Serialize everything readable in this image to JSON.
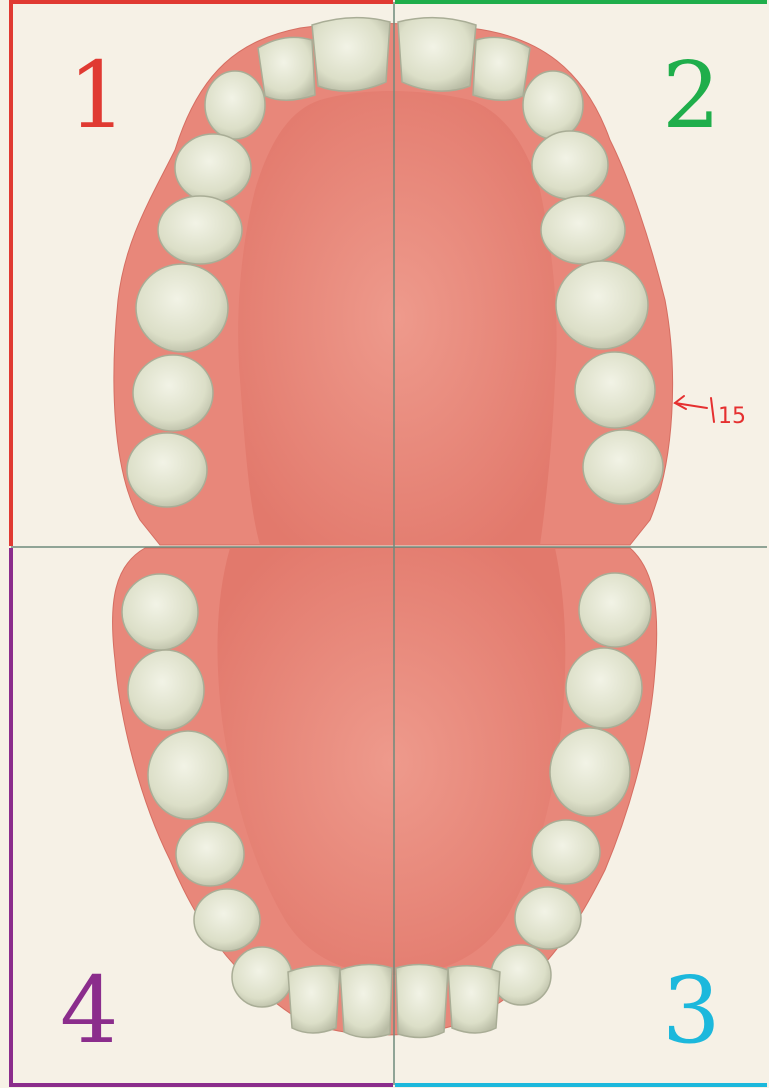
{
  "quadrants": [
    {
      "id": "1",
      "color": "#e03a32"
    },
    {
      "id": "2",
      "color": "#1fae4b"
    },
    {
      "id": "3",
      "color": "#1cb8dc"
    },
    {
      "id": "4",
      "color": "#8b2d8c"
    }
  ],
  "annotation": {
    "text": "15",
    "color": "#e53030"
  },
  "colors": {
    "background": "#f6f1e6",
    "gum": "#e9857a",
    "palate": "#e98f82",
    "tooth": "#e4e6d3",
    "tooth_shadow": "#b5b8a2",
    "midline": "#6f8a7c"
  }
}
